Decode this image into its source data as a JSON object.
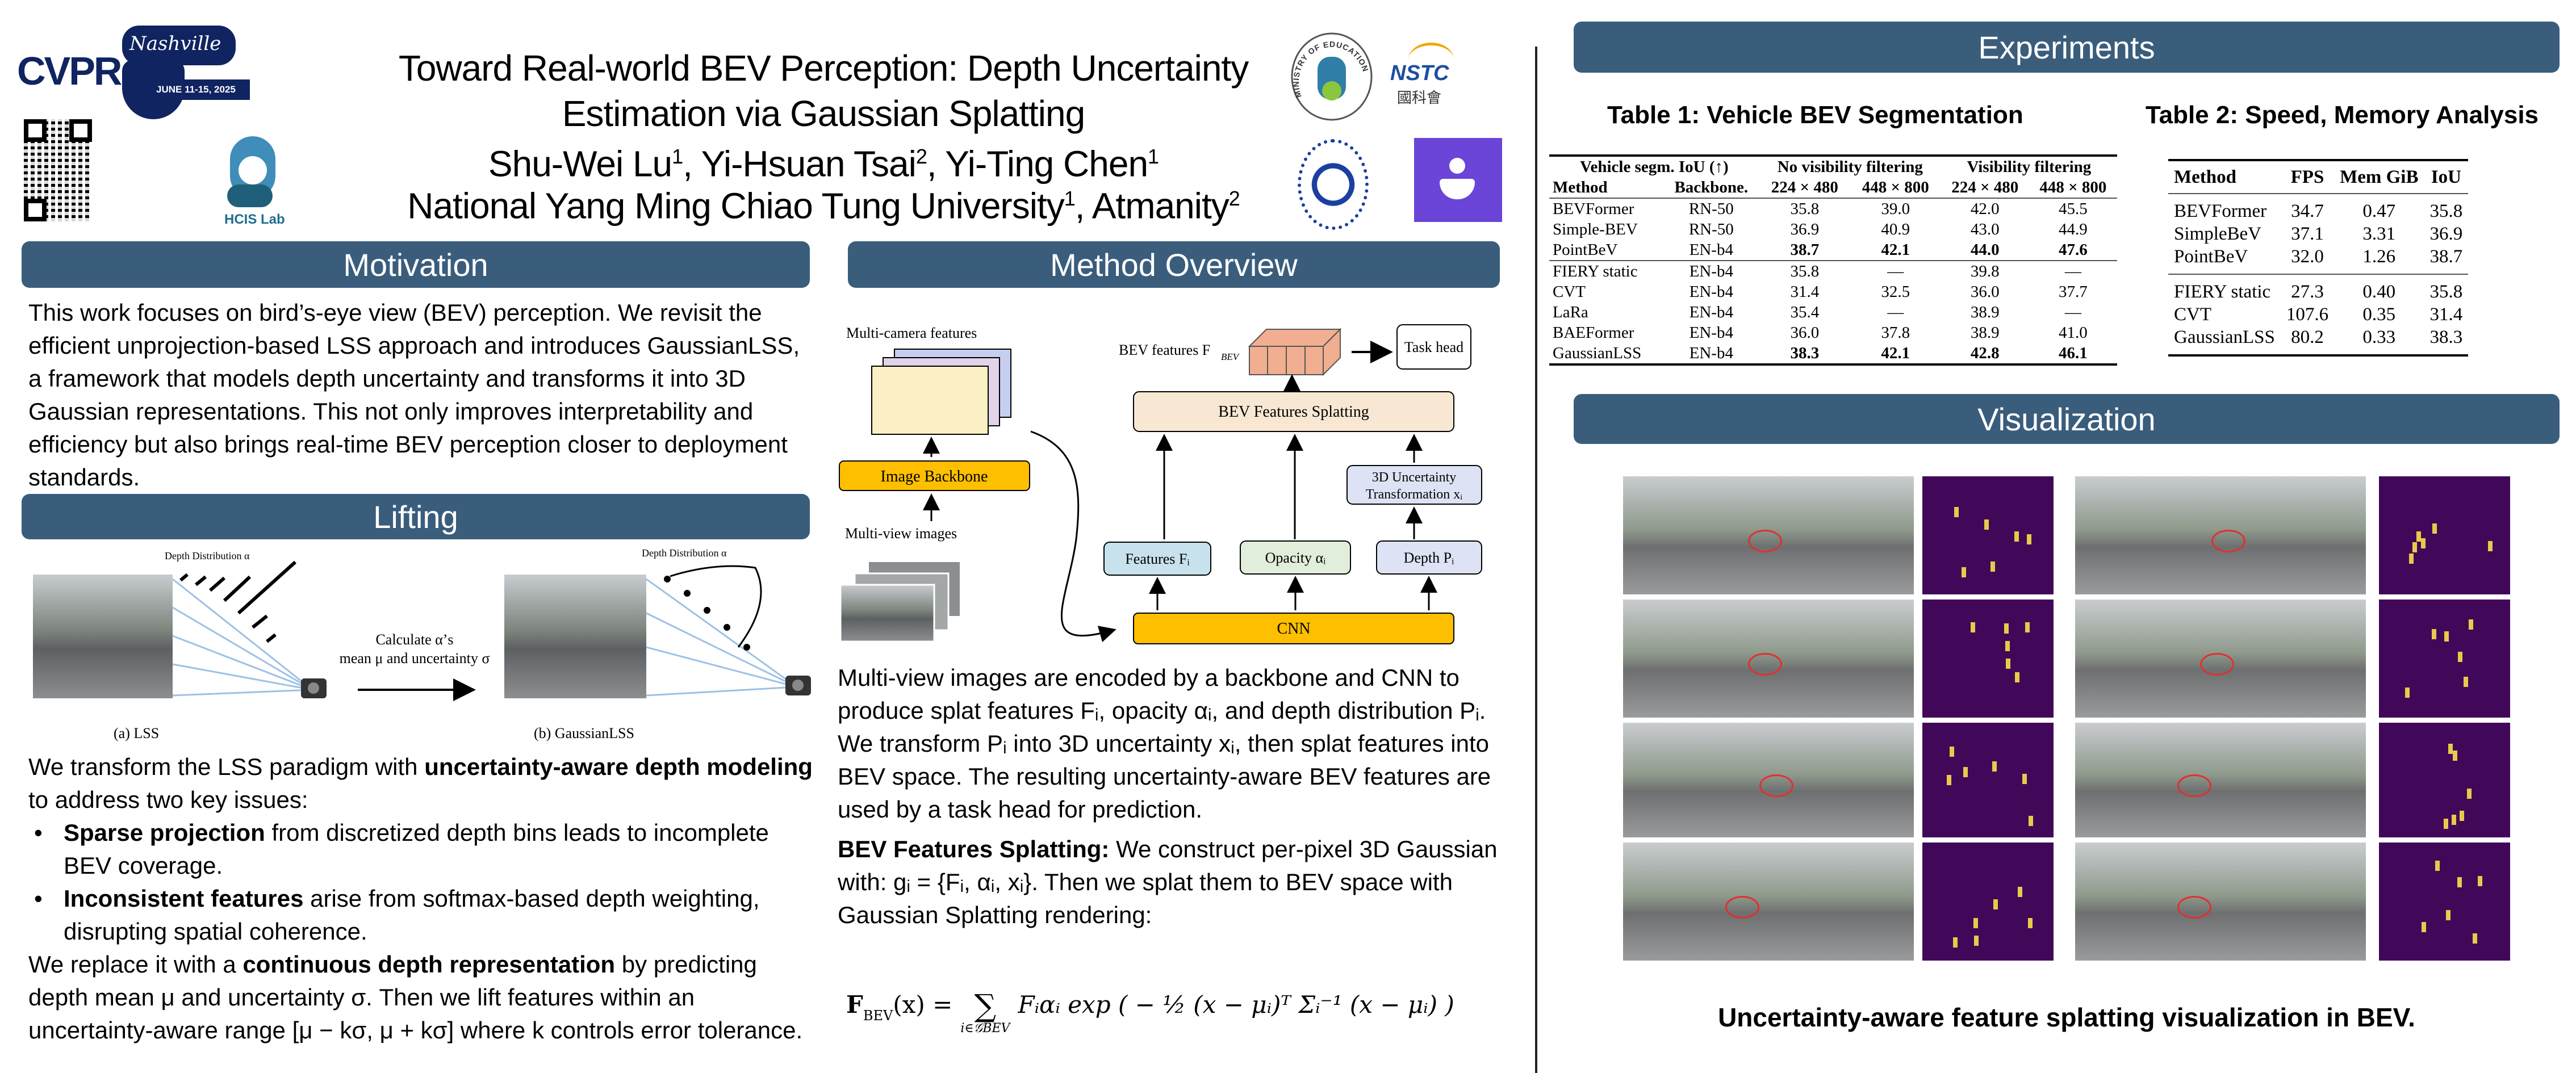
{
  "header": {
    "title_line1": "Toward Real-world BEV Perception: Depth Uncertainty",
    "title_line2": "Estimation via Gaussian Splatting",
    "authors": [
      {
        "name": "Shu-Wei Lu",
        "aff": "1"
      },
      {
        "name": "Yi-Hsuan Tsai",
        "aff": "2"
      },
      {
        "name": "Yi-Ting Chen",
        "aff": "1"
      }
    ],
    "affiliations": [
      {
        "name": "National Yang Ming Chiao Tung University",
        "aff": "1"
      },
      {
        "name": "Atmanity",
        "aff": "2"
      }
    ],
    "logos": {
      "cvpr": "CVPR",
      "cvpr_city": "Nashville",
      "cvpr_dates": "JUNE 11-15, 2025",
      "hcis": "HCIS Lab",
      "moe": "MINISTRY OF EDUCATION",
      "nstc": "NSTC",
      "nstc_zh": "國科會"
    },
    "sep": ", "
  },
  "motivation": {
    "heading": "Motivation",
    "text": "This work focuses on bird’s-eye view (BEV) perception. We revisit the efficient unprojection-based LSS approach and introduces GaussianLSS, a framework that models depth uncertainty and transforms it into 3D Gaussian representations. This not only improves interpretability and efficiency but also brings real-time BEV perception closer to deployment standards."
  },
  "lifting": {
    "heading": "Lifting",
    "figure": {
      "depth_label_a": "Depth Distribution α",
      "depth_label_b": "Depth Distribution α",
      "calc_line1": "Calculate α’s",
      "calc_line2": "mean μ and uncertainty σ",
      "caption_a": "(a) LSS",
      "caption_b": "(b) GaussianLSS"
    },
    "p1": {
      "pre": "We transform the LSS paradigm with ",
      "bold": "uncertainty-aware depth modeling",
      "post": " to address two key issues:"
    },
    "bullets": [
      {
        "bold": "Sparse projection",
        "text": " from discretized depth bins leads to incomplete BEV coverage."
      },
      {
        "bold": "Inconsistent features",
        "text": " arise from softmax-based depth weighting, disrupting spatial coherence."
      }
    ],
    "p2": {
      "pre": "We replace it with a ",
      "bold": "continuous depth representation",
      "post": " by predicting depth mean μ and uncertainty σ. Then we lift features within an uncertainty-aware range [μ − kσ, μ + kσ] where k controls error tolerance."
    }
  },
  "method": {
    "heading": "Method Overview",
    "diagram": {
      "multi_camera": "Multi-camera features",
      "backbone": "Image Backbone",
      "multi_view": "Multi-view images",
      "bev_features": "BEV features F",
      "bev_sub": "BEV",
      "task_head": "Task head",
      "splatting": "BEV Features Splatting",
      "uncert_line1": "3D Uncertainty",
      "uncert_line2": "Transformation xᵢ",
      "features": "Features Fᵢ",
      "opacity": "Opacity αᵢ",
      "depth": "Depth Pᵢ",
      "cnn": "CNN"
    },
    "p1": "Multi-view images are encoded by a backbone and CNN to produce splat features Fᵢ, opacity αᵢ, and depth distribution Pᵢ. We transform Pᵢ into 3D uncertainty xᵢ, then splat features into BEV space. The resulting uncertainty-aware BEV features are used by a task head for prediction.",
    "p2": {
      "bold": "BEV Features Splatting:",
      "post": " We construct per-pixel 3D Gaussian with: gᵢ = {Fᵢ, αᵢ, xᵢ}. Then we splat them to BEV space with Gaussian Splatting rendering:"
    },
    "formula": {
      "lhs": "F",
      "lhs_sub": "BEV",
      "lhs_arg": "(x) = ",
      "sum": "∑",
      "sum_sub": "i∈𝒢BEV",
      "body": "Fᵢαᵢ exp ( − ½ (x − μᵢ)ᵀ Σᵢ⁻¹ (x − μᵢ) )"
    }
  },
  "experiments": {
    "heading": "Experiments",
    "table1": {
      "title": "Table 1: Vehicle BEV Segmentation",
      "group_header": [
        "Vehicle segm. IoU (↑)",
        "No visibility filtering",
        "Visibility filtering"
      ],
      "columns": [
        "Method",
        "Backbone.",
        "224 × 480",
        "448 × 800",
        "224 × 480",
        "448 × 800"
      ],
      "groups": [
        [
          {
            "cells": [
              "BEVFormer",
              "RN-50",
              "35.8",
              "39.0",
              "42.0",
              "45.5"
            ],
            "bold": false
          },
          {
            "cells": [
              "Simple-BEV",
              "RN-50",
              "36.9",
              "40.9",
              "43.0",
              "44.9"
            ],
            "bold": false
          },
          {
            "cells": [
              "PointBeV",
              "EN-b4",
              "38.7",
              "42.1",
              "44.0",
              "47.6"
            ],
            "bold": true
          }
        ],
        [
          {
            "cells": [
              "FIERY static",
              "EN-b4",
              "35.8",
              "—",
              "39.8",
              "—"
            ],
            "bold": false
          },
          {
            "cells": [
              "CVT",
              "EN-b4",
              "31.4",
              "32.5",
              "36.0",
              "37.7"
            ],
            "bold": false
          },
          {
            "cells": [
              "LaRa",
              "EN-b4",
              "35.4",
              "—",
              "38.9",
              "—"
            ],
            "bold": false
          },
          {
            "cells": [
              "BAEFormer",
              "EN-b4",
              "36.0",
              "37.8",
              "38.9",
              "41.0"
            ],
            "bold": false
          },
          {
            "cells": [
              "GaussianLSS",
              "EN-b4",
              "38.3",
              "42.1",
              "42.8",
              "46.1"
            ],
            "bold": true
          }
        ]
      ]
    },
    "table2": {
      "title": "Table 2: Speed, Memory Analysis",
      "columns": [
        "Method",
        "FPS",
        "Mem GiB",
        "IoU"
      ],
      "groups": [
        [
          {
            "cells": [
              "BEVFormer",
              "34.7",
              "0.47",
              "35.8"
            ],
            "bold": false
          },
          {
            "cells": [
              "SimpleBeV",
              "37.1",
              "3.31",
              "36.9"
            ],
            "bold": false
          },
          {
            "cells": [
              "PointBeV",
              "32.0",
              "1.26",
              "38.7"
            ],
            "bold": false
          }
        ],
        [
          {
            "cells": [
              "FIERY static",
              "27.3",
              "0.40",
              "35.8"
            ],
            "bold": false
          },
          {
            "cells": [
              "CVT",
              "107.6",
              "0.35",
              "31.4"
            ],
            "bold": false
          },
          {
            "cells": [
              "GaussianLSS",
              "80.2",
              "0.33",
              "38.3"
            ],
            "bold": false
          }
        ]
      ]
    }
  },
  "visualization": {
    "heading": "Visualization",
    "caption": "Uncertainty-aware feature splatting visualization in BEV."
  },
  "colors": {
    "section": "#3a5d7c",
    "backbone": "#fdbf00",
    "bev_bg": "#41085a",
    "atmanity": "#6a45d8",
    "cvpr": "#0f2460"
  }
}
